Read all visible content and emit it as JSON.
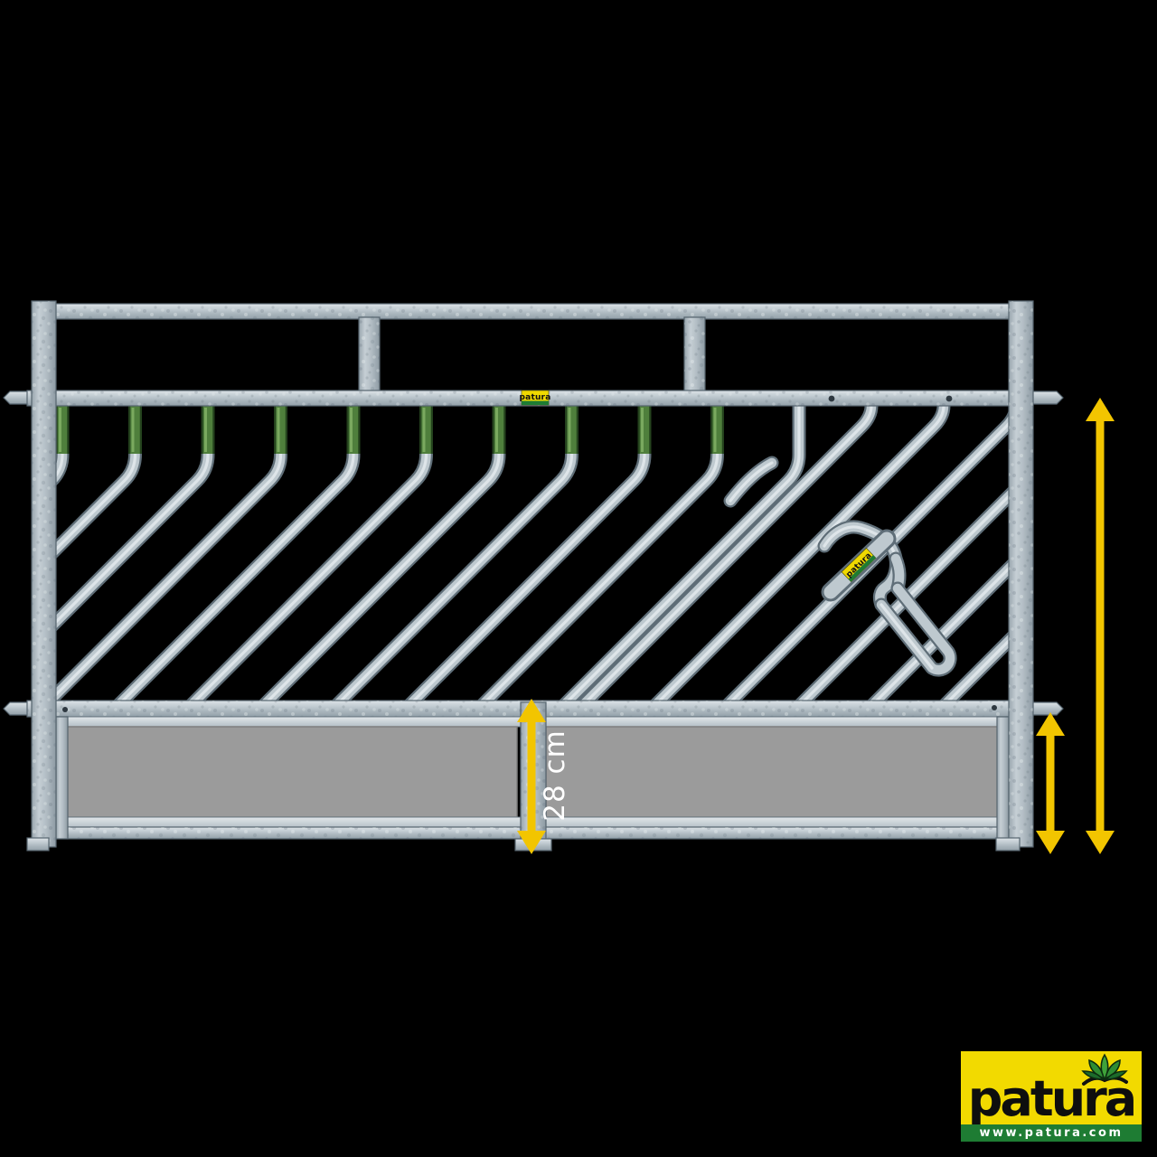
{
  "measurements": {
    "board_height": "28 cm"
  },
  "branding": {
    "rail_sticker": "patura",
    "lever_sticker": "patura",
    "logo": {
      "name": "patura",
      "website": "www.patura.com"
    }
  },
  "structure": {
    "green_capped_bars": 10,
    "top_rail_openings": 3,
    "plank_panels": 2,
    "dimension_arrows": [
      "board-height-center",
      "lower-section-right",
      "full-height-right"
    ]
  },
  "colors": {
    "background": "#000000",
    "galvanized_light": "#d9e0e4",
    "galvanized_mid": "#b7c2c9",
    "galvanized_dark": "#5f6e78",
    "cap_green": "#4f7f3c",
    "plank_gray": "#9b9b9b",
    "dimension_yellow": "#f2c500",
    "logo_yellow": "#f2da00",
    "logo_green": "#1e7c33"
  }
}
